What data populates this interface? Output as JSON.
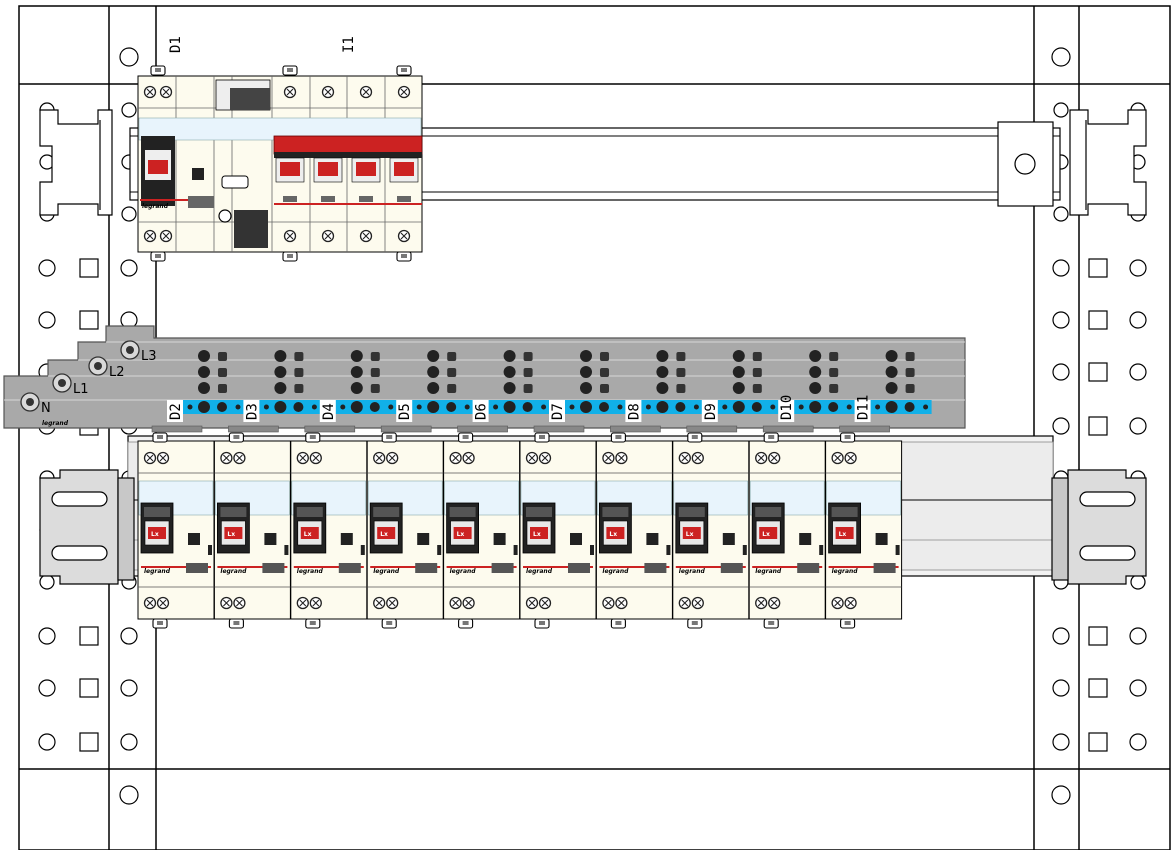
{
  "panel": {
    "top_group": {
      "breaker_label": "D1",
      "switch_label": "I1"
    },
    "busbar": {
      "phase_labels": [
        "N",
        "L1",
        "L2",
        "L3"
      ],
      "brand": "legrand"
    },
    "bottom_breakers": [
      "D2",
      "D3",
      "D4",
      "D5",
      "D6",
      "D7",
      "D8",
      "D9",
      "D10",
      "D11"
    ],
    "device_brand": "legrand",
    "lever_mark": "Lx",
    "colors": {
      "frame": "#000000",
      "module_body": "#fdfbee",
      "window": "#e8f4fc",
      "lever_red": "#cc2222",
      "busbar": "#a8a8a8",
      "bus_accent": "#11b0e8",
      "rail": "#f4f4f4"
    }
  }
}
